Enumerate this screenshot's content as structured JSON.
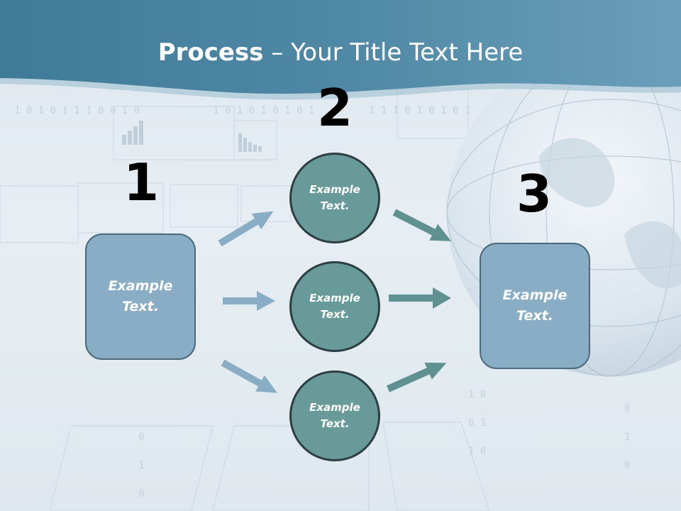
{
  "title": {
    "bold": "Process",
    "rest": " – Your Title Text Here"
  },
  "steps": [
    {
      "number": "1",
      "label": "Example\nText."
    },
    {
      "number": "2",
      "labels": [
        "Example\nText.",
        "Example\nText.",
        "Example\nText."
      ]
    },
    {
      "number": "3",
      "label": "Example\nText."
    }
  ],
  "colors": {
    "header": "#4d86a2",
    "box": "#89adc4",
    "circle": "#679a98",
    "arrow_light": "#89adc4",
    "arrow_dark": "#5e9190"
  }
}
